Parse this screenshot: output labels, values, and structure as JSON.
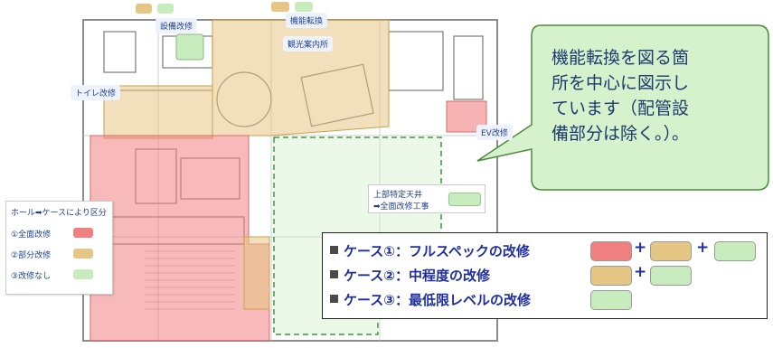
{
  "colors": {
    "full": "#f08080",
    "partial": "#e6c684",
    "none": "#c9ecbe",
    "text_blue": "#1f2fa0",
    "bubble_fill": "#d6f2cd",
    "bubble_stroke": "#4a8a3a"
  },
  "labels": {
    "equipment": "設備改修",
    "function_change": "機能転換",
    "tourist_info": "観光案内所",
    "toilet": "トイレ改修",
    "ev": "EV改修"
  },
  "skylight": {
    "line1": "上部特定天井",
    "line2": "➡全面改修工事"
  },
  "legend_small": {
    "title": "ホール➡ケースにより区分",
    "items": [
      "①全面改修",
      "②部分改修",
      "③改修なし"
    ]
  },
  "bubble": {
    "lines": [
      "機能転換を図る箇",
      "所を中心に図示し",
      "ています（配管設",
      "備部分は除く。）。"
    ]
  },
  "cases": {
    "rows": [
      {
        "text": "ケース①：フルスペックの改修",
        "plus": [
          "+",
          "+"
        ]
      },
      {
        "text": "ケース②：中程度の改修",
        "plus": [
          "+"
        ]
      },
      {
        "text": "ケース③：最低限レベルの改修",
        "plus": []
      }
    ]
  }
}
